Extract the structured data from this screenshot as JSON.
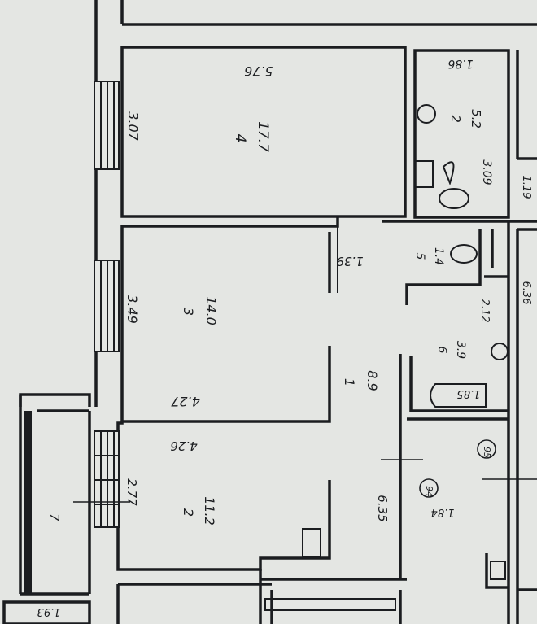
{
  "rooms": [
    {
      "number": "4",
      "area": "17.7",
      "width": "5.76",
      "height": "3.07"
    },
    {
      "number": "3",
      "area": "14.0",
      "width": "4.27",
      "height": "3.49"
    },
    {
      "number": "2",
      "area": "11.2",
      "width": "4.26",
      "height": "2.77"
    },
    {
      "number": "1",
      "area": "8.9",
      "length": "6.35",
      "width": "1.39"
    },
    {
      "number": "2",
      "area": "5.2",
      "width": "1.86",
      "height": "3.09"
    },
    {
      "number": "5",
      "area": "1.4"
    },
    {
      "number": "6",
      "area": "3.9",
      "width": "1.85",
      "height": "2.12"
    }
  ],
  "extra_labels": {
    "balcony": "7",
    "side_dim": "1.19",
    "right_dim": "6.36",
    "bottom_dim": "1.93",
    "corridor_dim": "1.84",
    "marker_94": "94",
    "marker_95": "95"
  },
  "colors": {
    "paper": "#e4e6e3",
    "wall": "#1b1d20"
  }
}
